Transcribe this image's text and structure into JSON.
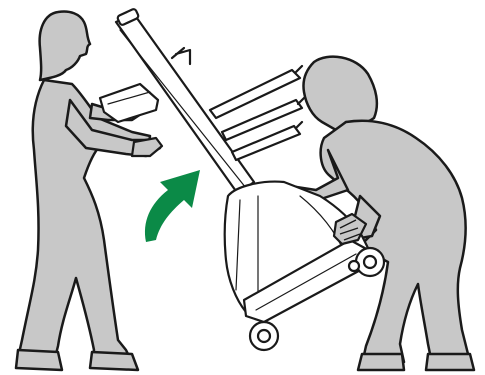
{
  "illustration": {
    "figures": [
      "left-person",
      "right-person"
    ],
    "object": "medical-cart",
    "indicator": "curved-arrow-icon",
    "colors": {
      "figure_fill": "#c8c8c8",
      "outline": "#1a1a1a",
      "cart_fill": "#ffffff",
      "arrow": "#0b8a47",
      "background": "#ffffff"
    }
  }
}
